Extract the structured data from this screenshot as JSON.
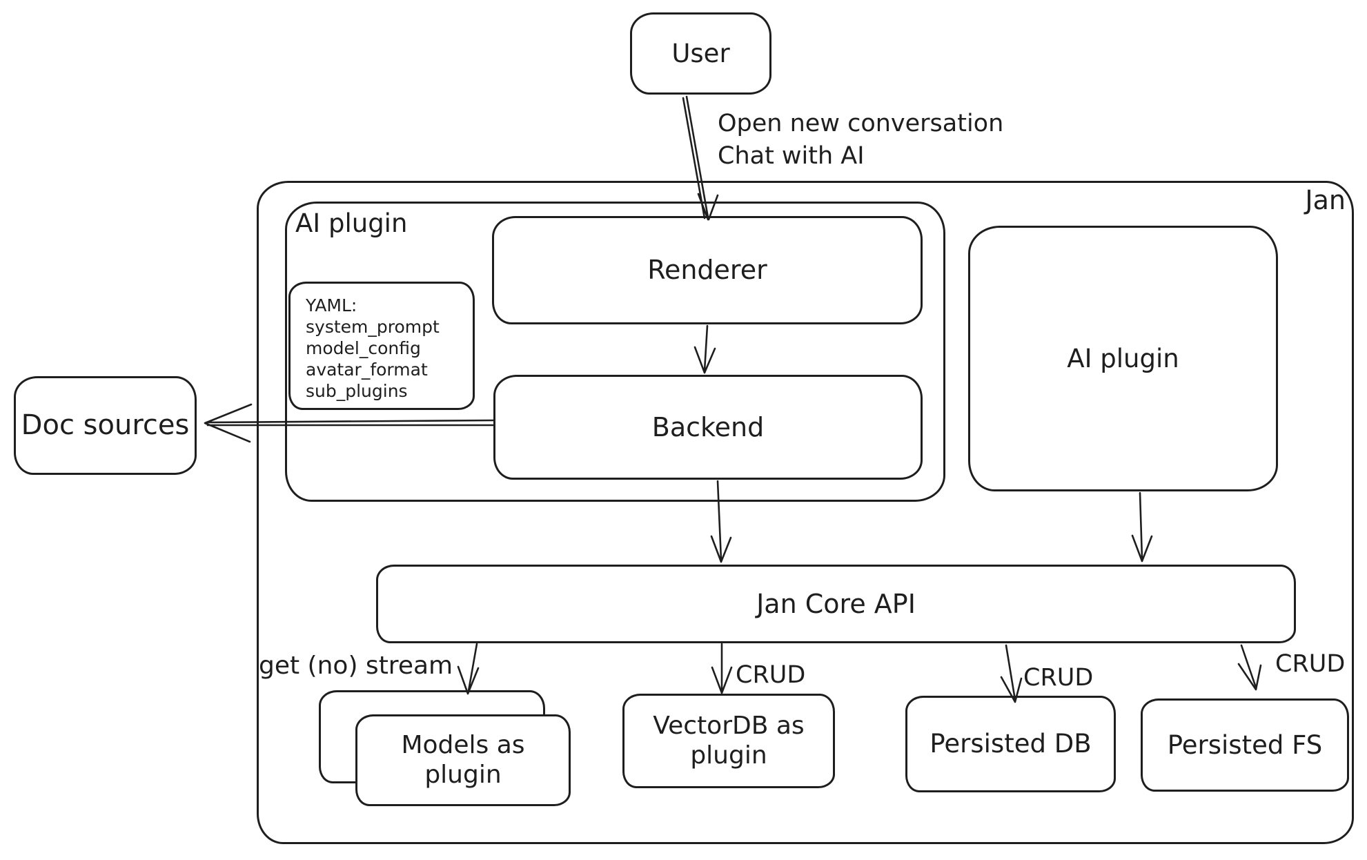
{
  "diagram": {
    "container_label": "Jan",
    "nodes": {
      "user": "User",
      "ai_plugin_left": "AI plugin",
      "renderer": "Renderer",
      "backend": "Backend",
      "ai_plugin_right": "AI plugin",
      "doc_sources": "Doc sources",
      "jan_core_api": "Jan Core API",
      "models_as_plugin": "Models as plugin",
      "vectordb_as_plugin": "VectorDB as plugin",
      "persisted_db": "Persisted DB",
      "persisted_fs": "Persisted FS"
    },
    "yaml_note": {
      "title": "YAML:",
      "items": [
        "system_prompt",
        "model_config",
        "avatar_format",
        "sub_plugins"
      ]
    },
    "edge_labels": {
      "user_to_renderer": [
        "Open new conversation",
        "Chat with AI"
      ],
      "core_to_models": "get (no) stream",
      "core_to_vectordb": "CRUD",
      "core_to_persisted_db": "CRUD",
      "core_to_persisted_fs": "CRUD"
    },
    "colors": {
      "stroke": "#1e1e1e",
      "background": "#ffffff"
    }
  }
}
